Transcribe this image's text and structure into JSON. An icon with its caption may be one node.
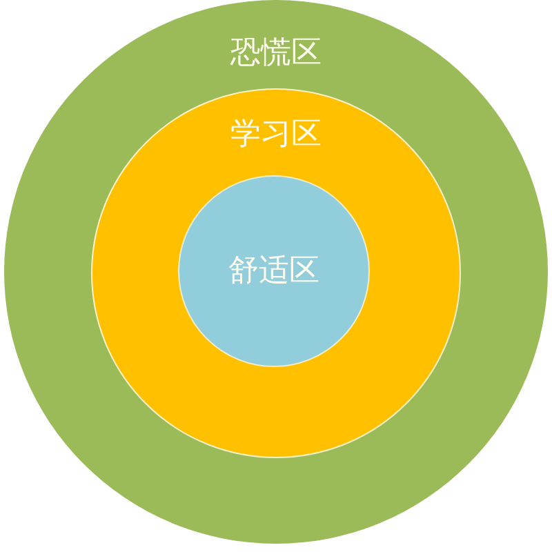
{
  "diagram": {
    "nodes": [
      {
        "text": [
          "恐慌区"
        ]
      },
      {
        "text": [
          "学习区"
        ],
        "in": 0
      },
      {
        "text": [
          "舒适区"
        ],
        "in": 1
      }
    ]
  }
}
